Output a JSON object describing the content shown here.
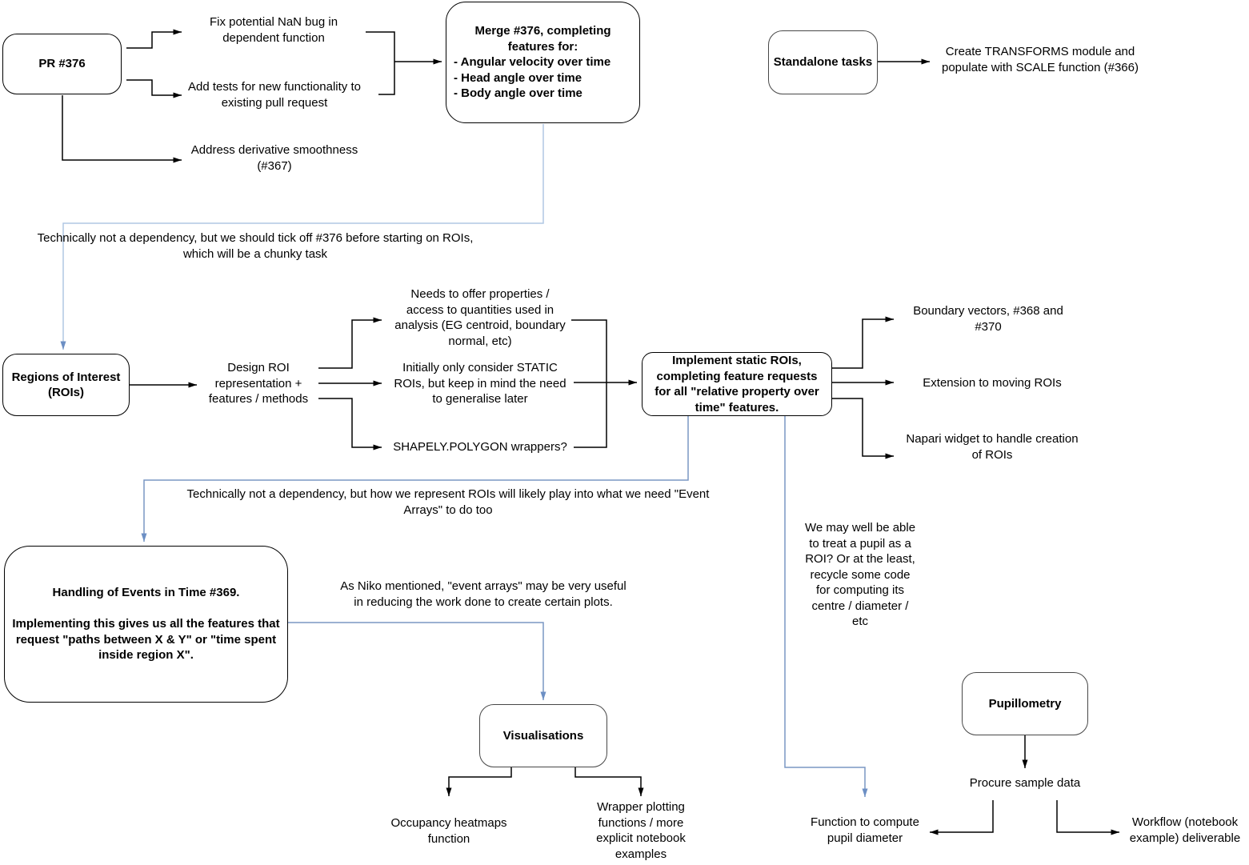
{
  "nodes": {
    "pr": "PR #376",
    "merge_title": "Merge #376, completing\nfeatures for:",
    "merge_items": "- Angular velocity over time\n- Head angle over time\n- Body angle over time",
    "standalone": "Standalone tasks",
    "roi": "Regions of Interest\n(ROIs)",
    "implement": "Implement static ROIs,\ncompleting feature requests\nfor all \"relative property over\ntime\" features.",
    "events": "Handling of Events in Time #369.\n\nImplementing this gives us all the features that\nrequest \"paths between X & Y\" or \"time spent\ninside region X\".",
    "visualisations": "Visualisations",
    "pupillometry": "Pupillometry"
  },
  "labels": {
    "fix_nan": "Fix potential NaN bug in\ndependent function",
    "add_tests": "Add tests for new functionality to\nexisting pull request",
    "address_derivative": "Address derivative smoothness\n(#367)",
    "create_transforms": "Create TRANSFORMS module and\npopulate with SCALE function (#366)",
    "tick_off_376": "Technically not a dependency, but we should tick off #376 before starting on ROIs,\nwhich will be a chunky task",
    "design_roi": "Design ROI\nrepresentation +\nfeatures / methods",
    "needs_properties": "Needs to offer properties /\naccess to quantities used in\nanalysis (EG centroid, boundary\nnormal, etc)",
    "initially_static": "Initially only consider STATIC\nROIs, but keep in mind the need\nto generalise later",
    "shapely": "SHAPELY.POLYGON wrappers?",
    "boundary_vectors": "Boundary vectors, #368 and\n#370",
    "extension_moving": "Extension to moving ROIs",
    "napari_widget": "Napari widget to handle creation\nof ROIs",
    "event_arrays_note": "Technically not a dependency, but how we represent ROIs will likely play into what we need \"Event\nArrays\" to do too",
    "as_niko": "As Niko mentioned, \"event arrays\" may be very useful\nin reducing the work done to create certain plots.",
    "pupil_roi_note": "We may well be able\nto treat a pupil as a\nROI? Or at the least,\nrecycle some code\nfor computing its\ncentre / diameter  /\netc",
    "occupancy": "Occupancy heatmaps\nfunction",
    "wrapper_plotting": "Wrapper plotting\nfunctions / more\nexplicit notebook\nexamples",
    "procure_sample": "Procure sample data",
    "function_pupil": "Function to compute\npupil diameter",
    "workflow_deliverable": "Workflow (notebook\nexample) deliverable"
  },
  "colors": {
    "background": "#ffffff",
    "connector_black": "#000000",
    "connector_blue_light": "#b0c7e4",
    "connector_blue": "#7a97c4",
    "arrowhead_blue": "#6c8fc4",
    "box_border": "#000000",
    "box_border_gray": "#474747",
    "text": "#000000"
  }
}
